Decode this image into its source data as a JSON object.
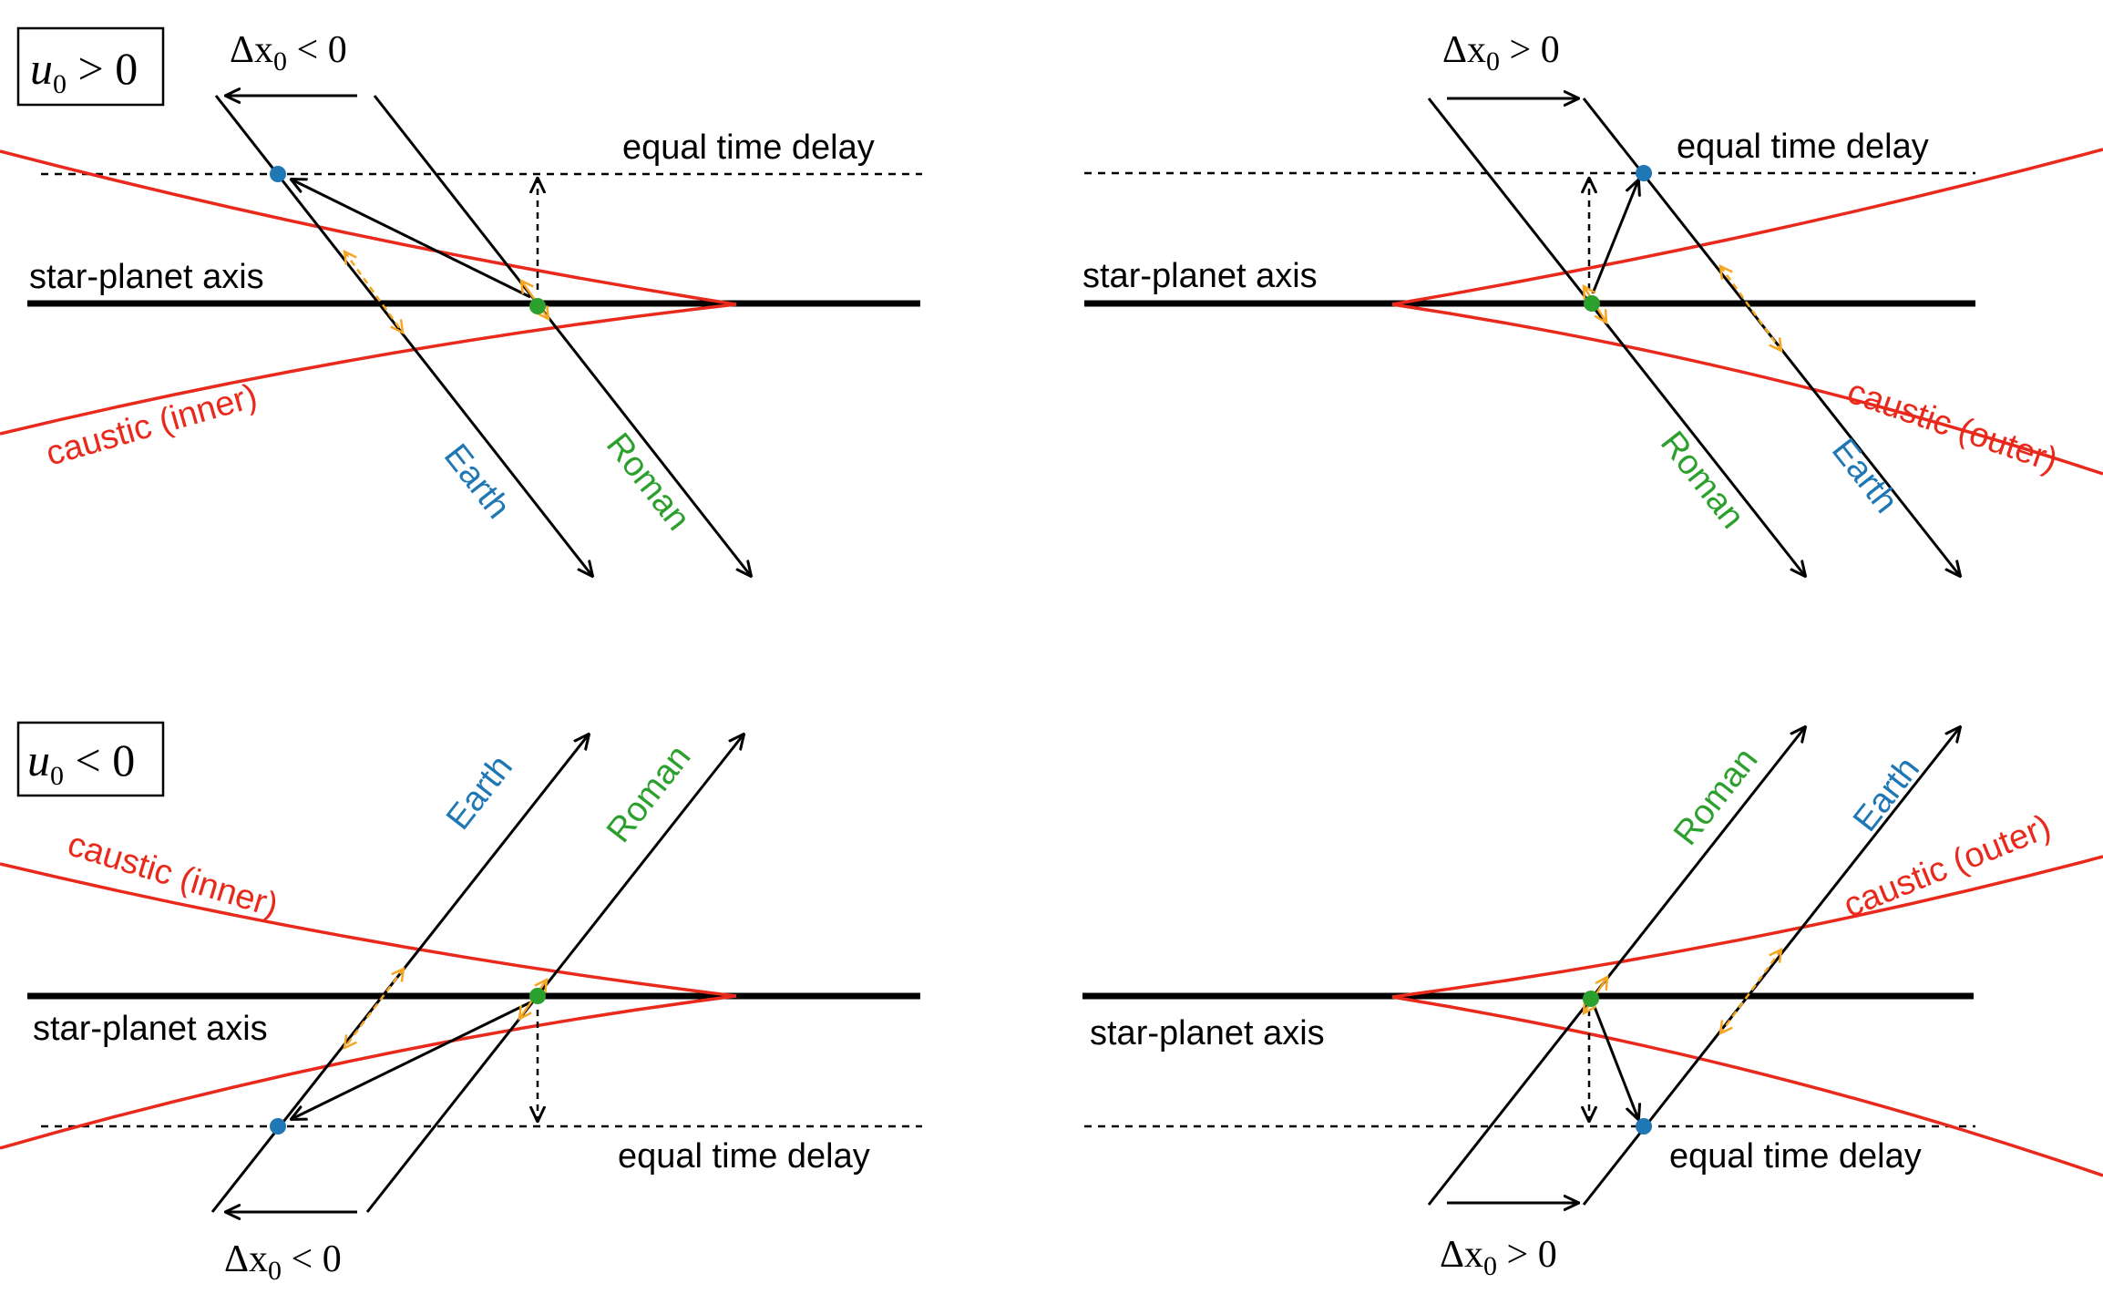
{
  "panels": [
    {
      "id": "top-left",
      "box_label": {
        "var": "u",
        "sub": "0",
        "rel": " > 0"
      },
      "dx_label": {
        "var": "Δx",
        "sub": "0",
        "rel": " < 0"
      },
      "axis_label": "star-planet axis",
      "caustic_label": "caustic (inner)",
      "delay_label": "equal time delay",
      "earth_label": "Earth",
      "roman_label": "Roman"
    },
    {
      "id": "top-right",
      "dx_label": {
        "var": "Δx",
        "sub": "0",
        "rel": " > 0"
      },
      "axis_label": "star-planet axis",
      "caustic_label": "caustic (outer)",
      "delay_label": "equal time delay",
      "earth_label": "Earth",
      "roman_label": "Roman"
    },
    {
      "id": "bottom-left",
      "box_label": {
        "var": "u",
        "sub": "0",
        "rel": " < 0"
      },
      "dx_label": {
        "var": "Δx",
        "sub": "0",
        "rel": " < 0"
      },
      "axis_label": "star-planet axis",
      "caustic_label": "caustic (inner)",
      "delay_label": "equal time delay",
      "earth_label": "Earth",
      "roman_label": "Roman"
    },
    {
      "id": "bottom-right",
      "dx_label": {
        "var": "Δx",
        "sub": "0",
        "rel": " > 0"
      },
      "axis_label": "star-planet axis",
      "caustic_label": "caustic (outer)",
      "delay_label": "equal time delay",
      "earth_label": "Earth",
      "roman_label": "Roman"
    }
  ],
  "colors": {
    "caustic": "#e8291c",
    "earth": "#1f77b4",
    "roman": "#2ca02c",
    "separation_arrow": "#f5a623",
    "line": "#000000"
  }
}
